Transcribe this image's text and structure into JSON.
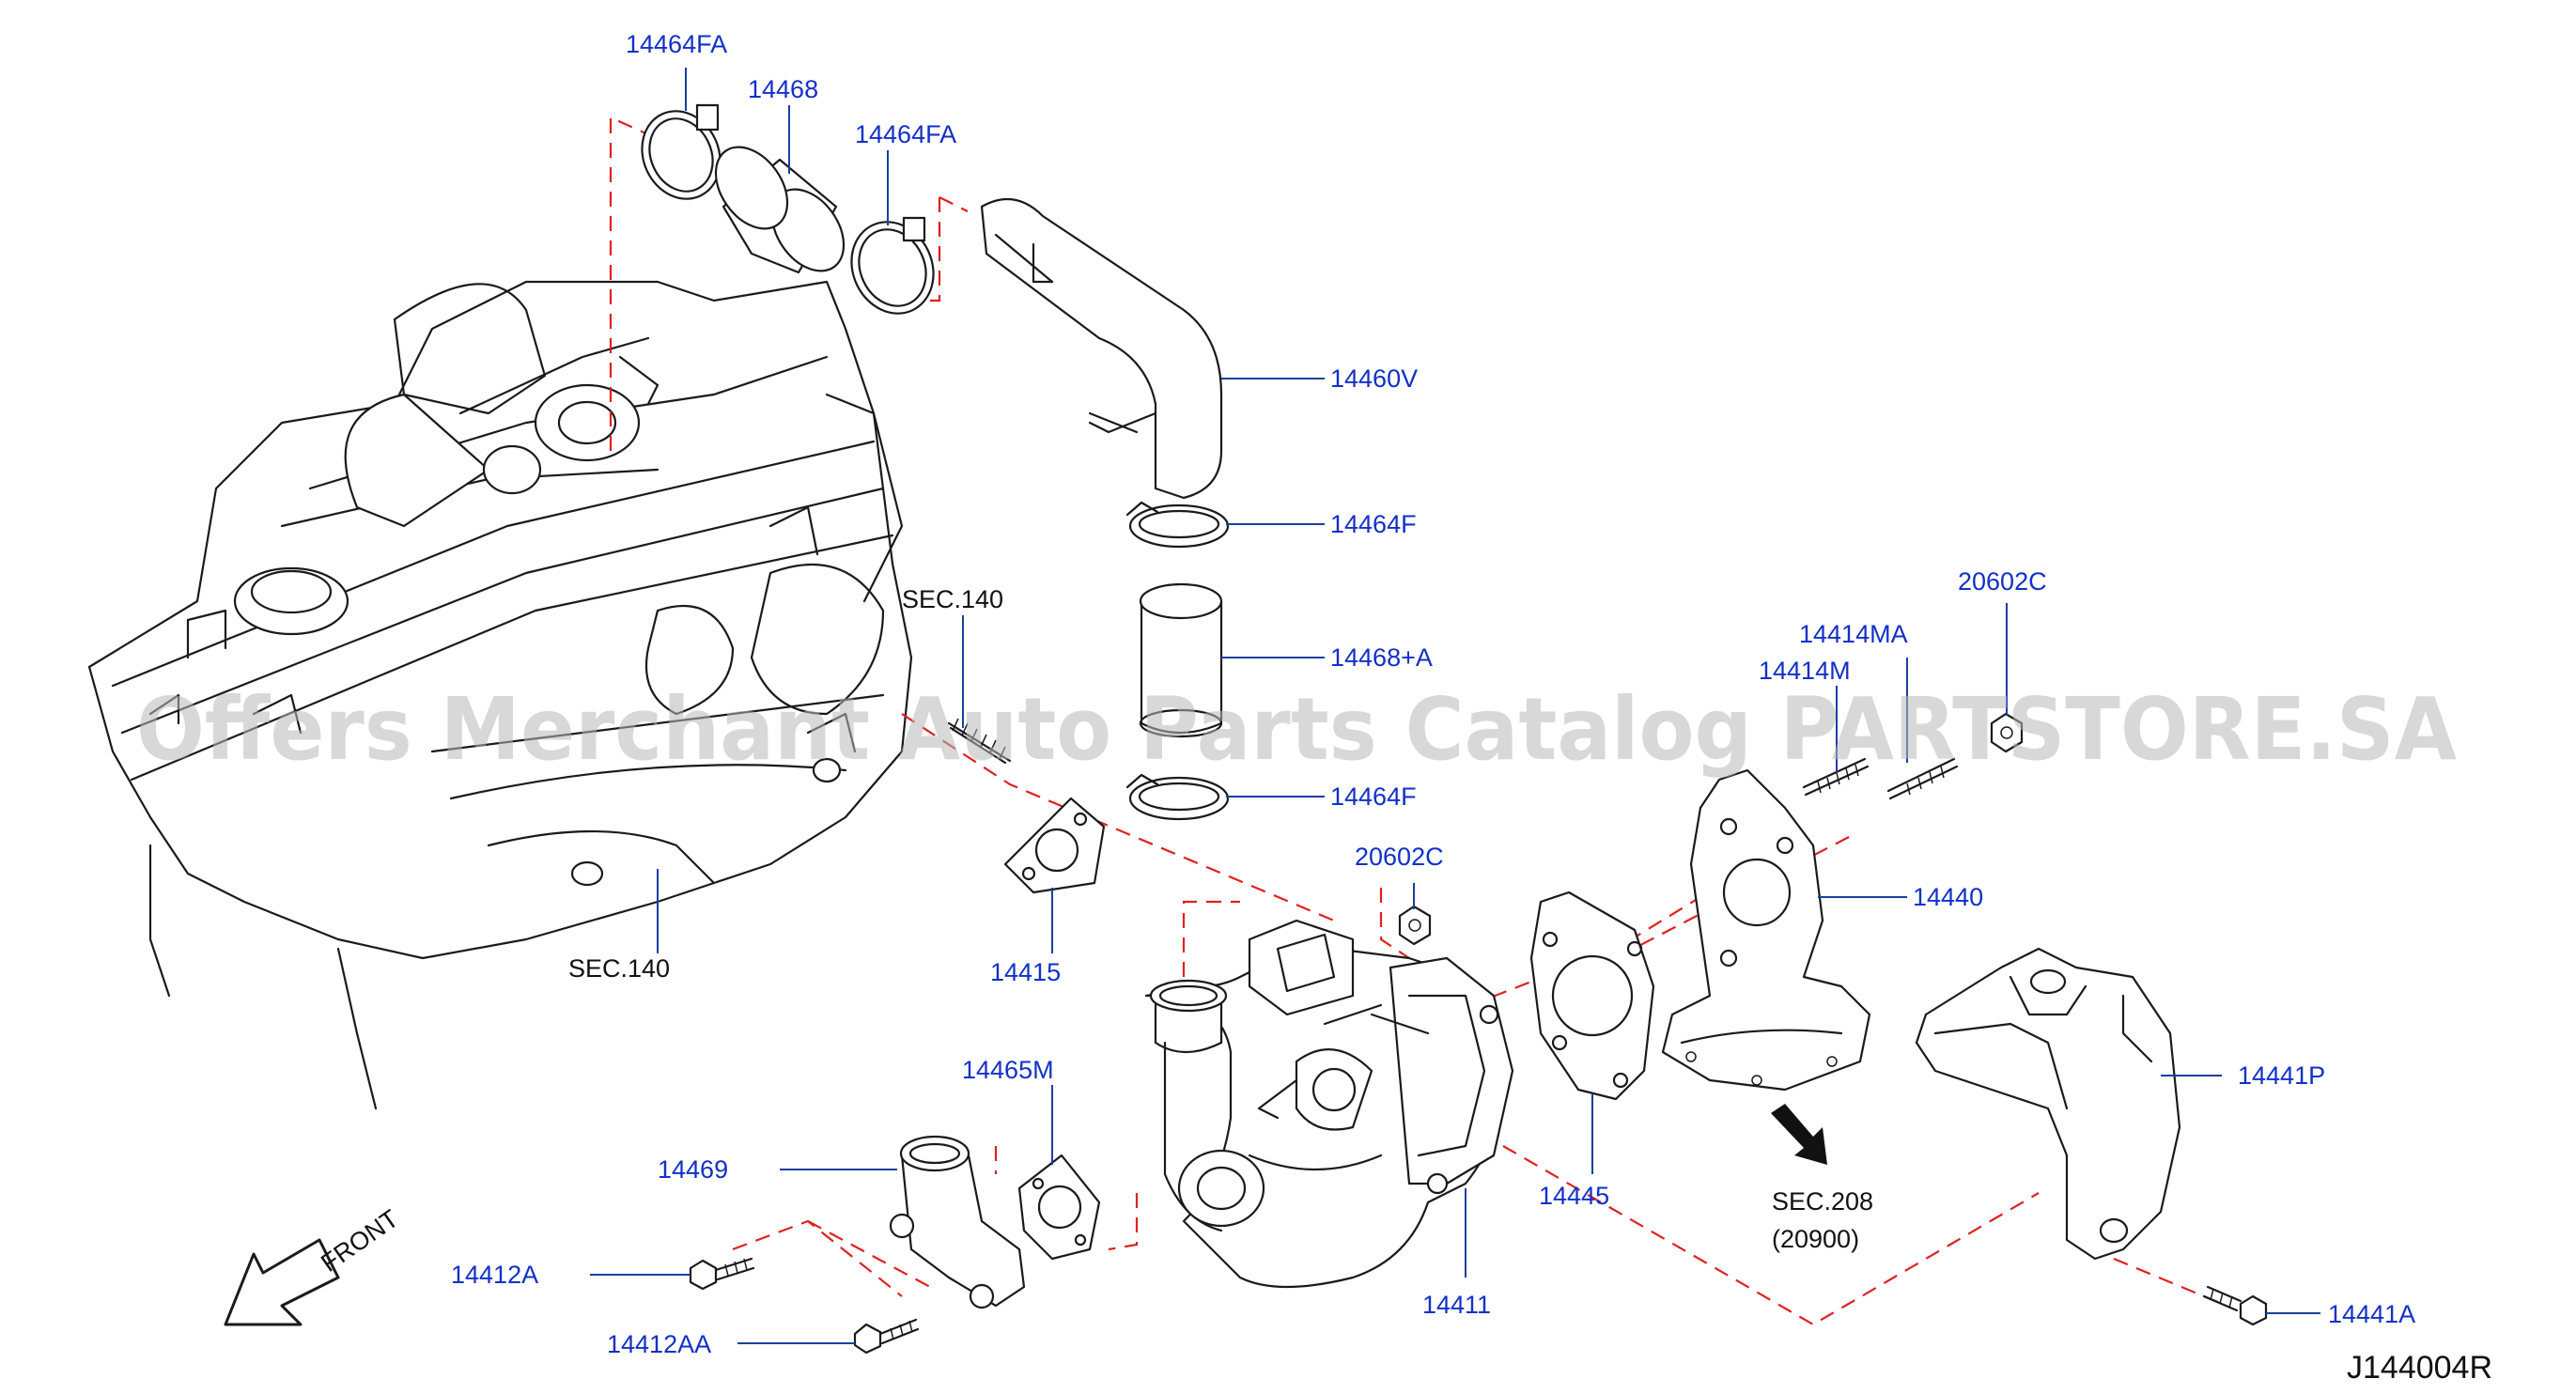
{
  "watermark": "Offers Merchant Auto Parts Catalog PARTSTORE.SA",
  "drawing_code": "J144004R",
  "front_label": "FRONT",
  "section_refs": {
    "sec140_upper": "SEC.140",
    "sec140_lower": "SEC.140",
    "sec208": "SEC.208",
    "sec208_sub": "(20900)"
  },
  "part_labels": {
    "p14464FA_top": "14464FA",
    "p14468": "14468",
    "p14464FA_mid": "14464FA",
    "p14460V": "14460V",
    "p14464F_upper": "14464F",
    "p14468A": "14468+A",
    "p14464F_lower": "14464F",
    "p20602C_right": "20602C",
    "p14414MA": "14414MA",
    "p14414M": "14414M",
    "p14440": "14440",
    "p20602C_mid": "20602C",
    "p14415": "14415",
    "p14441P": "14441P",
    "p14465M": "14465M",
    "p14469": "14469",
    "p14445": "14445",
    "p14412A": "14412A",
    "p14411": "14411",
    "p14412AA": "14412AA",
    "p14441A": "14441A"
  }
}
